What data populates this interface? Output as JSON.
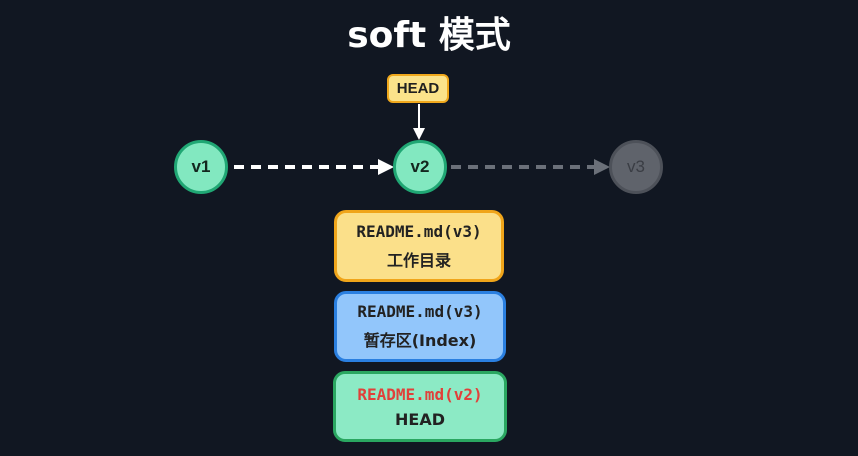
{
  "title": "soft 模式",
  "head_badge": "HEAD",
  "commits": [
    {
      "label": "v1",
      "state": "active"
    },
    {
      "label": "v2",
      "state": "active"
    },
    {
      "label": "v3",
      "state": "ghost"
    }
  ],
  "areas": [
    {
      "file": "README.md(v3)",
      "label": "工作目录",
      "bg": "#fbe08a",
      "border": "#f0a51a",
      "file_color": "#222222"
    },
    {
      "file": "README.md(v3)",
      "label": "暂存区(Index)",
      "bg": "#92c6fb",
      "border": "#2a7fe0",
      "file_color": "#222222"
    },
    {
      "file": "README.md(v2)",
      "label": "HEAD",
      "bg": "#8ceac5",
      "border": "#2aa761",
      "file_color": "#e0403a"
    }
  ]
}
